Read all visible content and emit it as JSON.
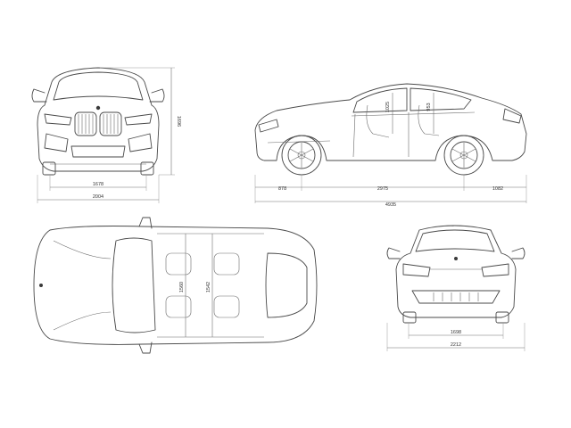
{
  "front_view": {
    "width_between_mirrors": "1678",
    "overall_width": "2004",
    "height": "1696"
  },
  "side_view": {
    "front_overhang": "878",
    "wheelbase": "2975",
    "rear_overhang": "1082",
    "overall_length": "4935",
    "front_headroom": "1025",
    "rear_headroom": "953"
  },
  "top_view": {
    "front_shoulder": "1560",
    "rear_shoulder": "1542"
  },
  "rear_view": {
    "track_width": "1698",
    "overall_width_mirrors": "2212"
  }
}
